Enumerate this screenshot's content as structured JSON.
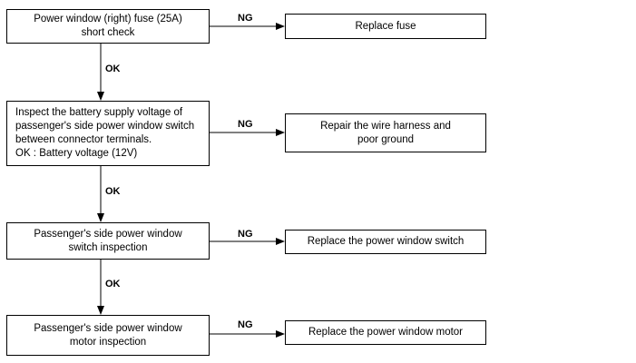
{
  "steps": [
    {
      "lines": [
        "Power window (right) fuse (25A)",
        "short check"
      ],
      "ng_label": "NG",
      "result": [
        "Replace fuse"
      ],
      "ok_label": "OK"
    },
    {
      "lines": [
        "Inspect the battery supply voltage of",
        "passenger's side power window switch",
        "between connector terminals.",
        "OK : Battery voltage (12V)"
      ],
      "ng_label": "NG",
      "result": [
        "Repair the wire harness and",
        "poor ground"
      ],
      "ok_label": "OK"
    },
    {
      "lines": [
        "Passenger's side power window",
        "switch inspection"
      ],
      "ng_label": "NG",
      "result": [
        "Replace the power window switch"
      ],
      "ok_label": "OK"
    },
    {
      "lines": [
        "Passenger's side power window",
        "motor inspection"
      ],
      "ng_label": "NG",
      "result": [
        "Replace the power window motor"
      ]
    }
  ]
}
